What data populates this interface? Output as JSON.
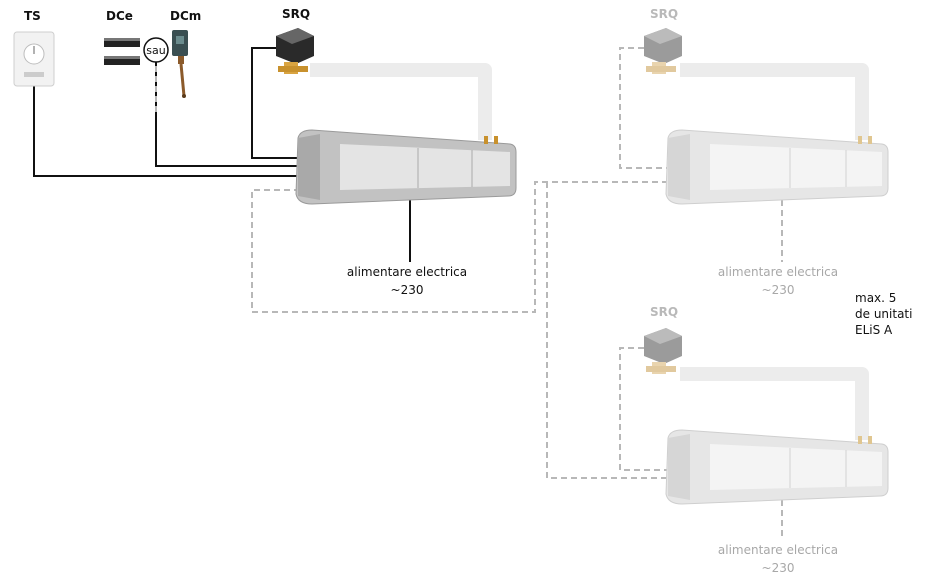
{
  "labels": {
    "ts": "TS",
    "dce": "DCe",
    "dcm": "DCm",
    "sau": "sau",
    "srq_main": "SRQ",
    "srq_top_right": "SRQ",
    "srq_bottom_right": "SRQ",
    "power_main_line1": "alimentare electrica",
    "power_main_line2": "~230",
    "power_top_right_line1": "alimentare electrica",
    "power_top_right_line2": "~230",
    "power_bottom_right_line1": "alimentare electrica",
    "power_bottom_right_line2": "~230",
    "max_line1": "max. 5",
    "max_line2": "de unitati",
    "max_line3": "ELiS A"
  },
  "colors": {
    "active_wire": "#111111",
    "dashed_wire": "#b8b8b8",
    "pipe": "#ececec",
    "unit_main": "#bdbdbd",
    "unit_faded": "#e2e2e2"
  }
}
